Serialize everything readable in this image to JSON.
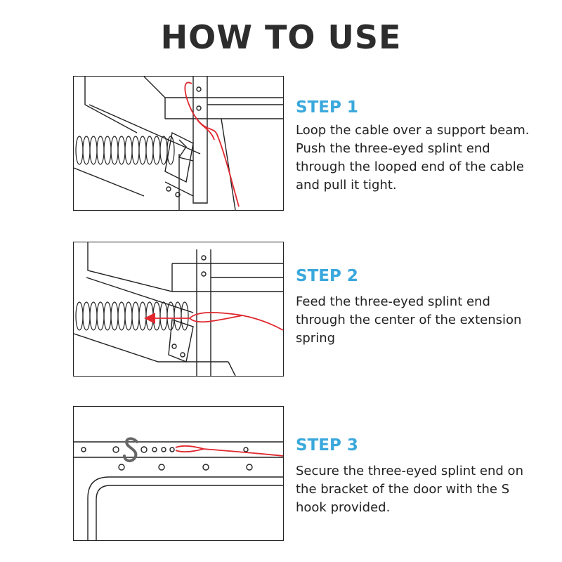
{
  "title": "HOW TO USE",
  "accent_color": "#3aa8dc",
  "cable_color": "#e0282e",
  "steps": [
    {
      "label": "STEP 1",
      "text": "Loop the cable over a support beam. Push the three-eyed splint end through the looped end of the cable and pull it tight.",
      "illustration": "cable-loop-over-beam"
    },
    {
      "label": "STEP 2",
      "text": "Feed the three-eyed splint end through the center of the extension spring",
      "illustration": "cable-through-spring"
    },
    {
      "label": "STEP 3",
      "text": "Secure the three-eyed splint end on the bracket of the door with the S hook provided.",
      "illustration": "s-hook-on-door-bracket"
    }
  ]
}
